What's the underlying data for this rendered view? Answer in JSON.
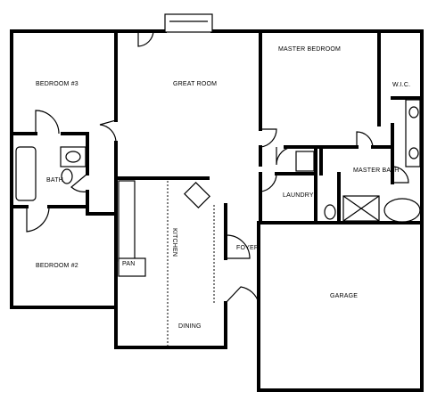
{
  "rooms": {
    "bedroom3": "BEDROOM #3",
    "great_room": "GREAT ROOM",
    "master_bedroom": "MASTER BEDROOM",
    "wic": "W.I.C.",
    "bath": "BATH",
    "master_bath": "MASTER BATH",
    "laundry": "LAUNDRY",
    "kitchen": "KITCHEN",
    "foyer": "FOYER",
    "bedroom2": "BEDROOM #2",
    "pantry": "PAN",
    "garage": "GARAGE",
    "dining": "DINING"
  }
}
